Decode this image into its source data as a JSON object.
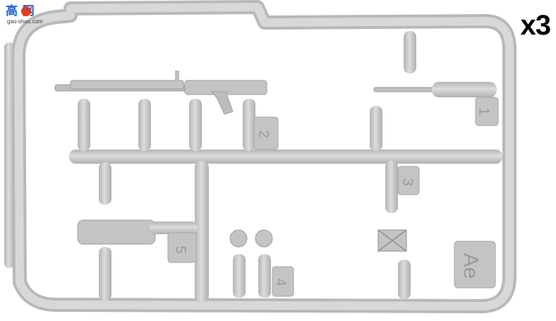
{
  "watermark": {
    "main_text": "高 网",
    "sub_text": "gao-shou.com",
    "dot_color": "#e23a2a",
    "text_color": "#1f64c8"
  },
  "multiplier_label": "x3",
  "sprue": {
    "letter": "Ae",
    "plastic_color": "#c9c9c9",
    "outline_color": "#a9a9a9",
    "parts": [
      {
        "number": "1",
        "description": "rifle"
      },
      {
        "number": "2",
        "description": "machine gun"
      },
      {
        "number": "3",
        "description": ""
      },
      {
        "number": "4",
        "description": ""
      },
      {
        "number": "5",
        "description": ""
      }
    ]
  }
}
